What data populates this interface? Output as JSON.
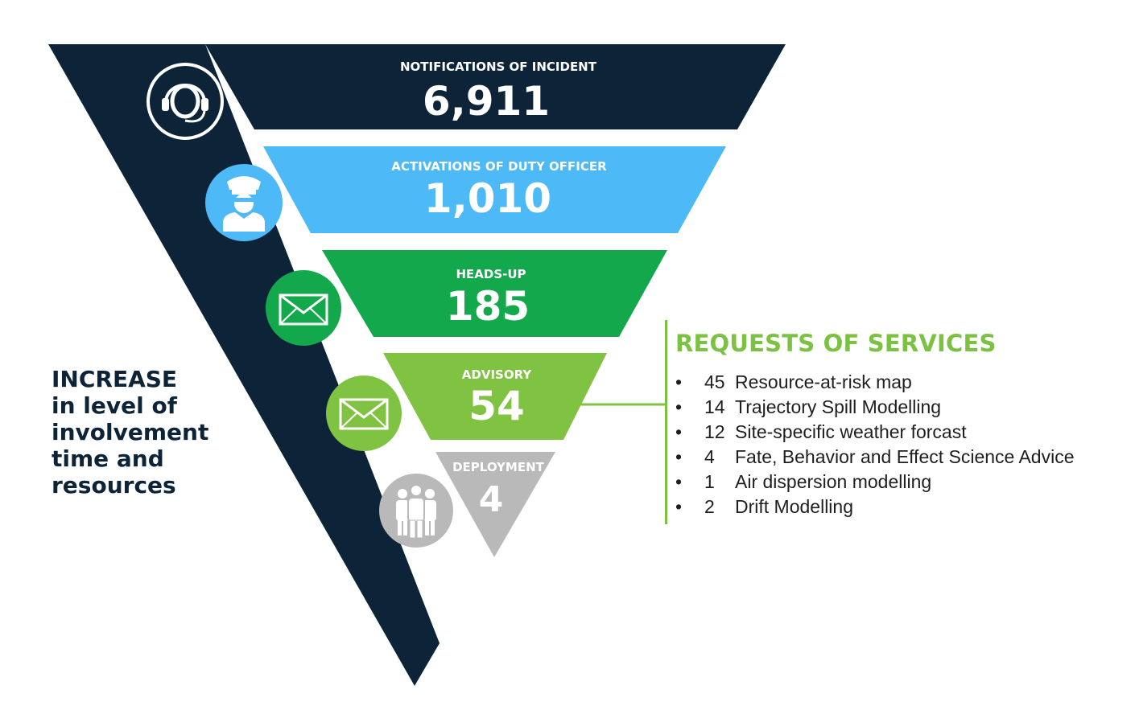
{
  "colors": {
    "navy": "#0d2438",
    "light_blue": "#4db9f6",
    "green": "#12a84b",
    "light_green": "#80c242",
    "gray": "#b9b9b9"
  },
  "tiers": [
    {
      "label": "NOTIFICATIONS OF INCIDENT",
      "value": "6,911",
      "icon": "headset-operator-icon"
    },
    {
      "label": "ACTIVATIONS OF DUTY OFFICER",
      "value": "1,010",
      "icon": "duty-officer-icon"
    },
    {
      "label": "HEADS-UP",
      "value": "185",
      "icon": "envelope-icon"
    },
    {
      "label": "ADVISORY",
      "value": "54",
      "icon": "envelope-icon"
    },
    {
      "label": "DEPLOYMENT",
      "value": "4",
      "icon": "team-people-icon"
    }
  ],
  "increase": {
    "line1": "INCREASE",
    "line2": "in level of",
    "line3": "involvement",
    "line4": "time and",
    "line5": "resources"
  },
  "requests": {
    "title": "REQUESTS OF SERVICES",
    "bullet": "•",
    "items": [
      {
        "count": "45",
        "service": "Resource-at-risk map"
      },
      {
        "count": "14",
        "service": "Trajectory Spill Modelling"
      },
      {
        "count": "12",
        "service": "Site-specific weather forcast"
      },
      {
        "count": "4",
        "service": "Fate, Behavior and Effect Science Advice"
      },
      {
        "count": "1",
        "service": "Air dispersion modelling"
      },
      {
        "count": "2",
        "service": "Drift Modelling"
      }
    ]
  }
}
